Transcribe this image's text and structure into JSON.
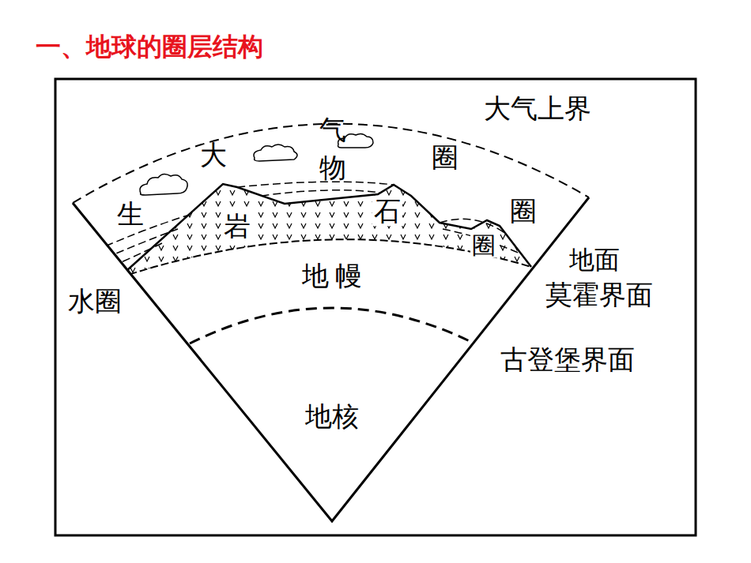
{
  "diagram": {
    "title": "一、地球的圈层结构",
    "labels": [
      "大气上界",
      "大",
      "气",
      "物",
      "圈",
      "生",
      "岩",
      "石",
      "圈",
      "圈",
      "地 幔",
      "水圈",
      "地面",
      "莫霍界面",
      "古登堡界面",
      "地核"
    ]
  }
}
